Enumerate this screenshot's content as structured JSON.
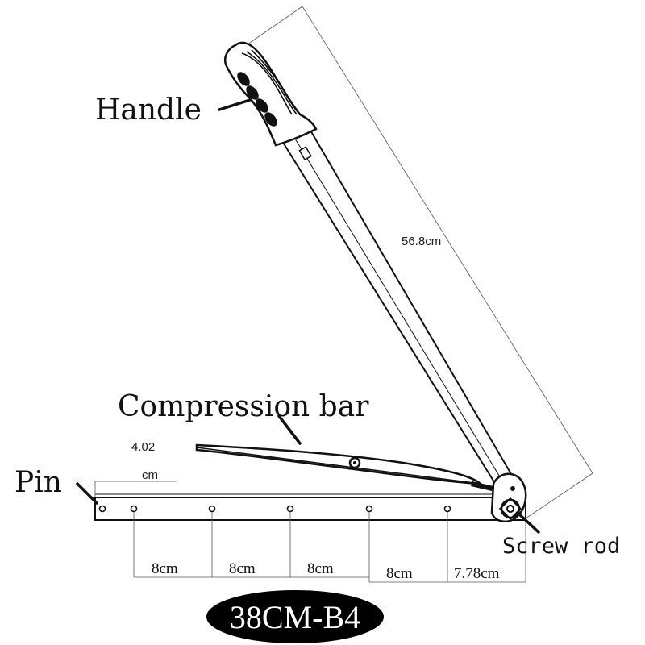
{
  "labels": {
    "handle": "Handle",
    "compression_bar": "Compression bar",
    "pin": "Pin",
    "screw_rod": "Screw rod"
  },
  "dimensions": {
    "arm_length": "56.8cm",
    "bar_height_value": "4.02",
    "bar_height_unit": "cm",
    "spacing": [
      "8cm",
      "8cm",
      "8cm",
      "8cm",
      "7.78cm"
    ]
  },
  "model": "38CM-B4"
}
